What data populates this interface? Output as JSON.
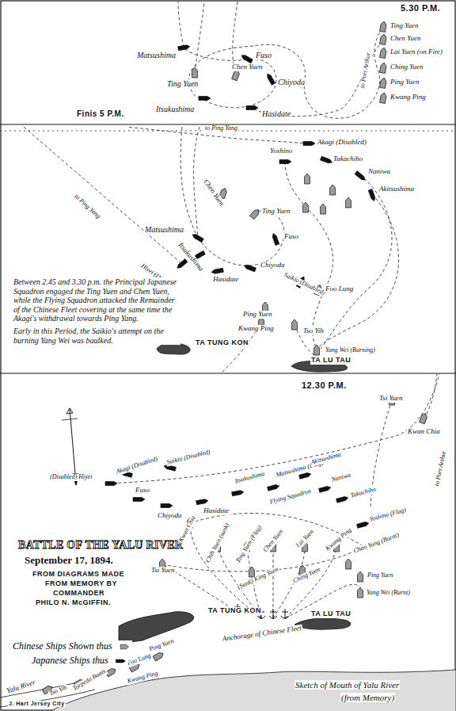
{
  "diagram": {
    "title": "BATTLE OF THE YALU RIVER",
    "labels": [
      "5.30 P.M.",
      "Ting Yuen",
      "Chen Yuen",
      "Lai Yuen (on Fire)",
      "Ching Yuen",
      "Ping Yuen",
      "Kwang Ping",
      "to Port Arthur",
      "Matsushima",
      "Fuso",
      "Ting Yuen",
      "Chen Yuen",
      "Chiyoda",
      "Itsukushima",
      "Hasidate",
      "Finis 5 P.M.",
      "to Ping Yang",
      "Akagi (Disabled)",
      "Yoshino",
      "Takachiho",
      "Naniwa",
      "Akitsushima",
      "Chen Yuen",
      "Ting Yuen",
      "Matsushima",
      "Fuso",
      "Itsukushima",
      "Chiyoda",
      "Hasidate",
      "Hiyei (Disabled)",
      "to Ping Yang",
      "Saikio (Disabled)",
      "Foo Lung",
      "Ping Yuen",
      "Kwang Ping",
      "Tso Yih",
      "Yang Wei (Burning)",
      "TA TUNG KON",
      "TA LU TAU",
      "Between 2.45 and 3.30 p.m. the Principal Japanese Squadron engaged the Ting Yuen and Chen Yuen, while the Flying Squadron attacked the Remainder of the Chinese Fleet covering at the same time the Akagi's withdrawal towards Ping Yang.",
      "Early in this Period, the Saikio's attempt on the burning Yang Wei was baulked.",
      "12.30 P.M.",
      "Tsi Yuen",
      "Kwan Chia",
      "to Port Arthur",
      "Akagi (Disabled)",
      "Saikio (Disabled)",
      "(Disabled) Hiyei",
      "Fuso",
      "Chiyoda",
      "Hasidate",
      "Itsukushima",
      "Matsushima (Flag)",
      "Akitsushima",
      "Naniwa",
      "Flying Squadron",
      "Takachiho",
      "Yoshino (Flag)",
      "Kwan Chia",
      "Chih Yuen (sunk)",
      "Ting Yuen (Flag)",
      "Chen Yuen",
      "Lai Yuen",
      "Kwang Ping",
      "Tsi Yuen",
      "(Sunk) King Yuen",
      "Ching Yuen",
      "Chao Yung (Burnt)",
      "Ping Yuen",
      "Yang Wei (Burnt)",
      "September 17, 1894.",
      "FROM DIAGRAMS MADE",
      "FROM MEMORY BY",
      "COMMANDER",
      "PHILO N. McGIFFIN.",
      "TA TUNG KON",
      "TA LU TAU",
      "Anchorage of Chinese Fleet",
      "Yalu River",
      "Tso Yih",
      "Torpedo Boats",
      "Foo Lung",
      "Kwang Ping",
      "Ping Yuen",
      "Sketch of Mouth of Yalu River",
      "(from Memory)",
      "J. Hart Jersey City"
    ],
    "legend": [
      {
        "text": "Chinese Ships Shown thus"
      },
      {
        "text": "Japanese Ships thus"
      }
    ]
  }
}
